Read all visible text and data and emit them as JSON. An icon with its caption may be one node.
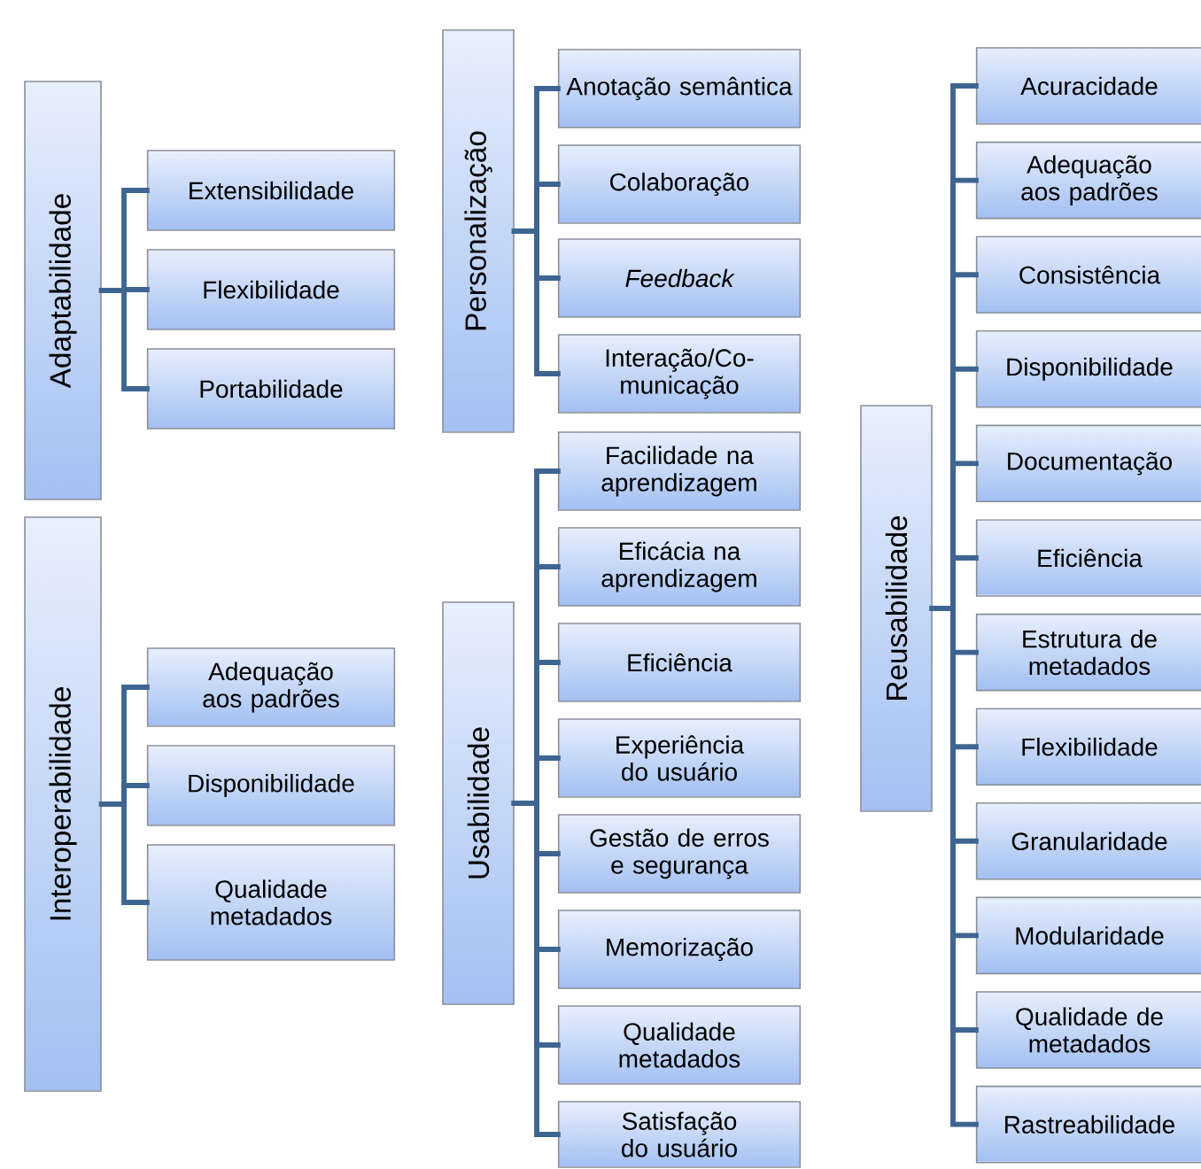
{
  "diagram": {
    "nodes": [
      {
        "text": [
          "Adaptabilidade"
        ]
      },
      {
        "text": [
          "Extensibilidade"
        ]
      },
      {
        "text": [
          "Flexibilidade"
        ]
      },
      {
        "text": [
          "Portabilidade"
        ]
      },
      {
        "text": [
          "Interoperabilidade"
        ]
      },
      {
        "text": [
          "Adequação aos padrões"
        ]
      },
      {
        "text": [
          "Disponibilidade"
        ]
      },
      {
        "text": [
          "Qualidade metadados"
        ]
      },
      {
        "text": [
          "Personalização"
        ]
      },
      {
        "text": [
          "Anotação semântica"
        ]
      },
      {
        "text": [
          "Colaboração"
        ]
      },
      {
        "text": [
          "Feedback"
        ]
      },
      {
        "text": [
          "Interação/Co-municação"
        ]
      },
      {
        "text": [
          "Usabilidade"
        ]
      },
      {
        "text": [
          "Facilidade na aprendizagem"
        ]
      },
      {
        "text": [
          "Eficácia na aprendizagem"
        ]
      },
      {
        "text": [
          "Eficiência"
        ]
      },
      {
        "text": [
          "Experiência do usuário"
        ]
      },
      {
        "text": [
          "Gestão de erros e segurança"
        ]
      },
      {
        "text": [
          "Memorização"
        ]
      },
      {
        "text": [
          "Qualidade metadados"
        ]
      },
      {
        "text": [
          "Satisfação do usuário"
        ]
      },
      {
        "text": [
          "Reusabilidade"
        ]
      },
      {
        "text": [
          "Acuracidade"
        ]
      },
      {
        "text": [
          "Adequação aos padrões"
        ]
      },
      {
        "text": [
          "Consistência"
        ]
      },
      {
        "text": [
          "Disponibilidade"
        ]
      },
      {
        "text": [
          "Documentação"
        ]
      },
      {
        "text": [
          "Eficiência"
        ]
      },
      {
        "text": [
          "Estrutura de metadados"
        ]
      },
      {
        "text": [
          "Flexibilidade"
        ]
      },
      {
        "text": [
          "Granularidade"
        ]
      },
      {
        "text": [
          "Modularidade"
        ]
      },
      {
        "text": [
          "Qualidade de metadados"
        ]
      },
      {
        "text": [
          "Rastreabilidade"
        ]
      }
    ],
    "edges": [
      {
        "from": 0,
        "to": 1,
        "arrow": "none"
      },
      {
        "from": 0,
        "to": 2,
        "arrow": "none"
      },
      {
        "from": 0,
        "to": 3,
        "arrow": "none"
      },
      {
        "from": 4,
        "to": 5,
        "arrow": "none"
      },
      {
        "from": 4,
        "to": 6,
        "arrow": "none"
      },
      {
        "from": 4,
        "to": 7,
        "arrow": "none"
      },
      {
        "from": 8,
        "to": 9,
        "arrow": "none"
      },
      {
        "from": 8,
        "to": 10,
        "arrow": "none"
      },
      {
        "from": 8,
        "to": 11,
        "arrow": "none"
      },
      {
        "from": 8,
        "to": 12,
        "arrow": "none"
      },
      {
        "from": 13,
        "to": 14,
        "arrow": "none"
      },
      {
        "from": 13,
        "to": 15,
        "arrow": "none"
      },
      {
        "from": 13,
        "to": 16,
        "arrow": "none"
      },
      {
        "from": 13,
        "to": 17,
        "arrow": "none"
      },
      {
        "from": 13,
        "to": 18,
        "arrow": "none"
      },
      {
        "from": 13,
        "to": 19,
        "arrow": "none"
      },
      {
        "from": 13,
        "to": 20,
        "arrow": "none"
      },
      {
        "from": 13,
        "to": 21,
        "arrow": "none"
      },
      {
        "from": 22,
        "to": 23,
        "arrow": "none"
      },
      {
        "from": 22,
        "to": 24,
        "arrow": "none"
      },
      {
        "from": 22,
        "to": 25,
        "arrow": "none"
      },
      {
        "from": 22,
        "to": 26,
        "arrow": "none"
      },
      {
        "from": 22,
        "to": 27,
        "arrow": "none"
      },
      {
        "from": 22,
        "to": 28,
        "arrow": "none"
      },
      {
        "from": 22,
        "to": 29,
        "arrow": "none"
      },
      {
        "from": 22,
        "to": 30,
        "arrow": "none"
      },
      {
        "from": 22,
        "to": 31,
        "arrow": "none"
      },
      {
        "from": 22,
        "to": 32,
        "arrow": "none"
      },
      {
        "from": 22,
        "to": 33,
        "arrow": "none"
      },
      {
        "from": 22,
        "to": 34,
        "arrow": "none"
      }
    ]
  }
}
